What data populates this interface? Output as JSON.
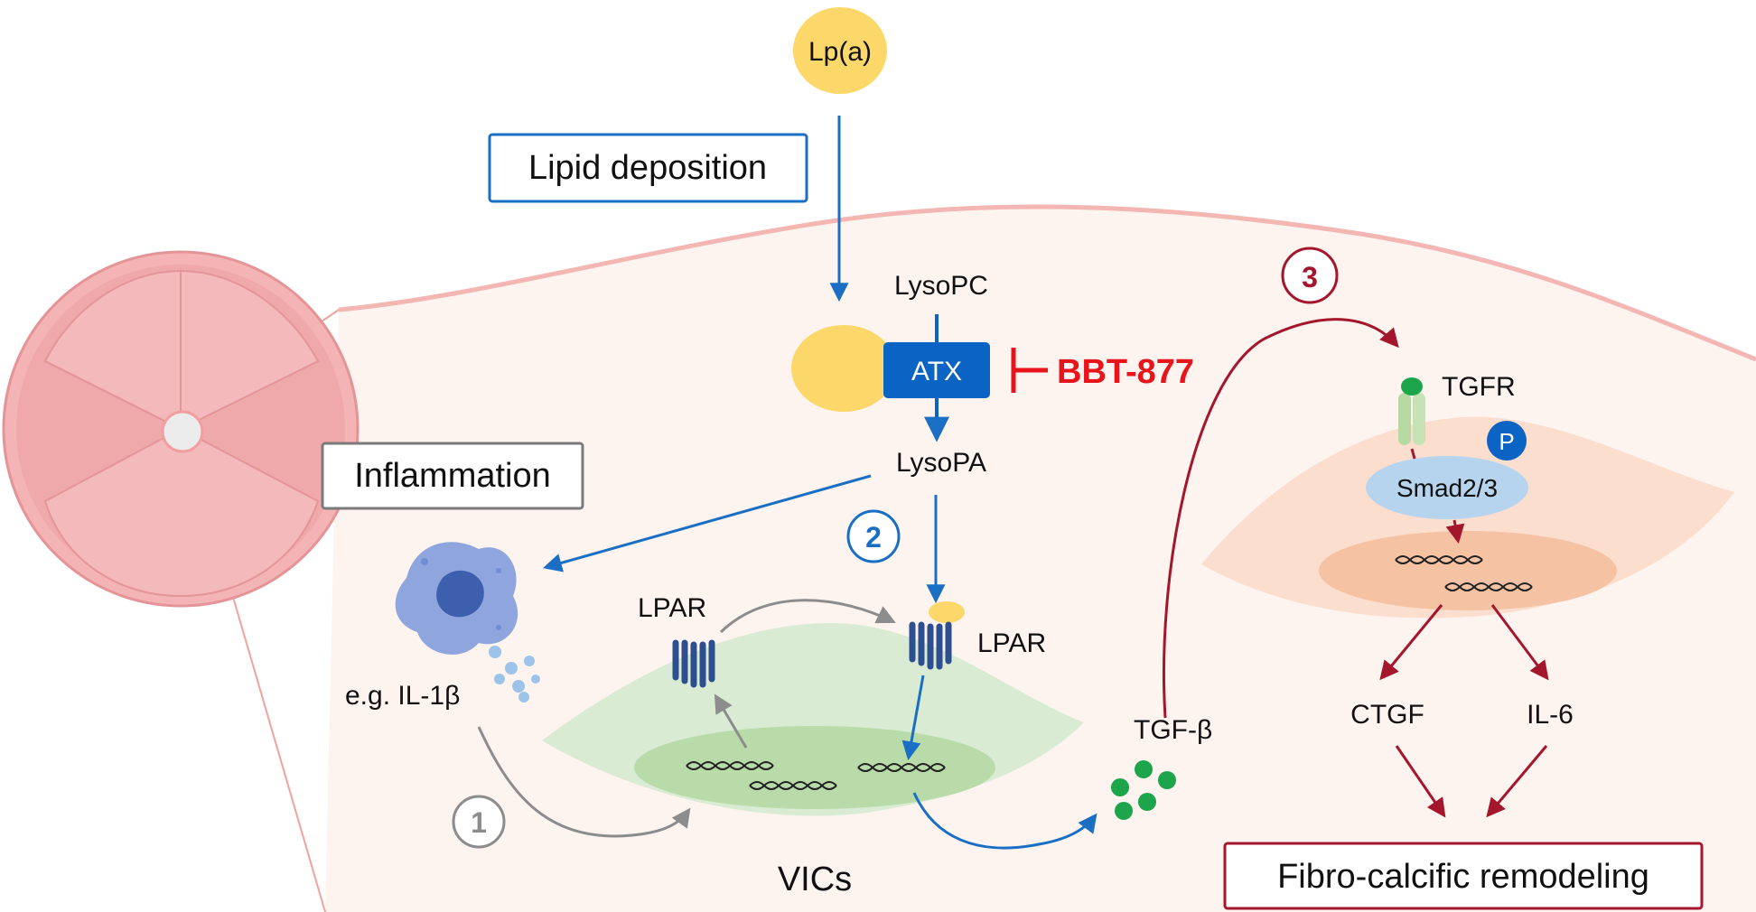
{
  "top": {
    "lpa_label": "Lp(a)"
  },
  "boxes": {
    "lipid_deposition": "Lipid deposition",
    "inflammation": "Inflammation",
    "fibro_calcific": "Fibro-calcific remodeling"
  },
  "molecules": {
    "lysopc": "LysoPC",
    "atx": "ATX",
    "inhibitor": "BBT-877",
    "lysopa": "LysoPA",
    "lpar_left": "LPAR",
    "lpar_right": "LPAR",
    "tgf_beta": "TGF-β",
    "tgfr": "TGFR",
    "p": "P",
    "smad": "Smad2/3",
    "ctgf": "CTGF",
    "il6": "IL-6",
    "il1b": "e.g. IL-1β",
    "vics": "VICs"
  },
  "steps": {
    "one": "1",
    "two": "2",
    "three": "3"
  },
  "colors": {
    "blue": "#1a6fc4",
    "dark_red": "#a3162b",
    "bright_red": "#e8141c",
    "gray": "#8c8c8c",
    "yellow": "#fcd769",
    "atx_blue": "#0b63c4",
    "green_cell": "#d5ebcf",
    "green_dot": "#1ca54a"
  }
}
